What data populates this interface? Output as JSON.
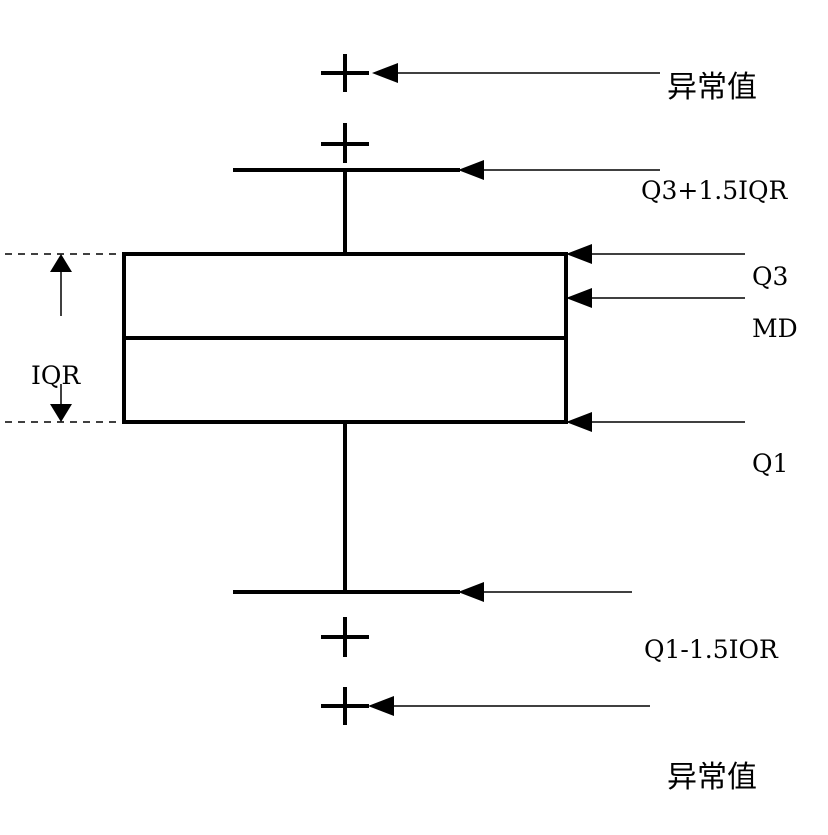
{
  "labels": {
    "outlier_top": "异常值",
    "upper_fence": "Q3+1.5IQR",
    "q3": "Q3",
    "median": "MD",
    "iqr": "IQR",
    "q1": "Q1",
    "lower_fence": "Q1-1.5IOR",
    "outlier_bottom": "异常值"
  },
  "icons": {
    "outlier_marker": "plus-icon",
    "pointer": "arrow-left-icon",
    "span": "double-arrow-vertical-icon"
  },
  "colors": {
    "ink": "#000000",
    "background": "#ffffff"
  }
}
